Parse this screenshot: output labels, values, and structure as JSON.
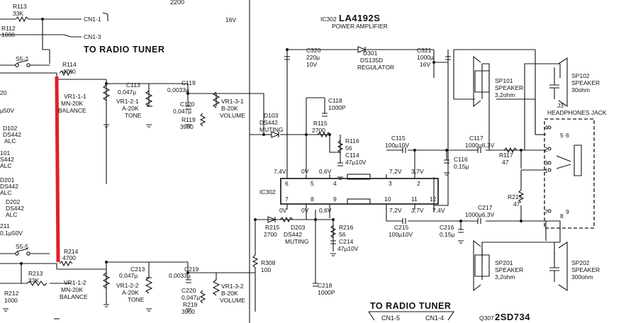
{
  "titles": {
    "ic_ref": "IC302",
    "ic_part": "LA4192S",
    "ic_function": "POWER AMPLIFIER",
    "to_tuner_top": "TO RADIO TUNER",
    "to_tuner_bottom": "TO RADIO TUNER",
    "cn1_5": "CN1-5",
    "cn1_4": "CN1-4",
    "q307": "Q307",
    "q307_part": "2SD734",
    "cn1_1": "CN1-1",
    "cn1_3": "CN1-3",
    "top_value_2200": "2200",
    "top_value_16v": "16V"
  },
  "ic302": {
    "label": "IC302",
    "pins_top": [
      "6",
      "5",
      "4",
      "3",
      "2"
    ],
    "pins_bottom": [
      "7",
      "8",
      "9",
      "10",
      "11",
      "12"
    ],
    "volts_top": [
      "7,4V",
      "0V",
      "0,6V",
      "7,2V",
      "3,7V"
    ],
    "volts_bottom": [
      "0V",
      "0V",
      "0,6V",
      "7,2V",
      "3,7V",
      "7,4V"
    ]
  },
  "components": {
    "r113": [
      "R113",
      "33K"
    ],
    "r112": [
      "R112",
      "1000"
    ],
    "s5_2": "S5-2",
    "r114": [
      "R114",
      "4700"
    ],
    "vr1_1": [
      "VR1-1-1",
      "MN-20K",
      "BALANCE"
    ],
    "c113": [
      "C113",
      "0,047µ"
    ],
    "vr2_1": [
      "VR1-2-1",
      "A-20K",
      "TONE"
    ],
    "c119": [
      "C119",
      "0,0033µ"
    ],
    "c120": [
      "C120",
      "0,047µ"
    ],
    "r119": [
      "R119",
      "3900"
    ],
    "vr3_1": [
      "VR1-3-1",
      "B-20K",
      "VOLUME"
    ],
    "c118": [
      "C118",
      "1000P"
    ],
    "d103": [
      "D103",
      "DS442",
      "MUTING"
    ],
    "r115": [
      "R115",
      "2700"
    ],
    "r116": [
      "R116",
      "56"
    ],
    "c114": [
      "C114",
      "47µ10V"
    ],
    "c320": [
      "C320",
      "220µ",
      "10V"
    ],
    "d301": [
      "D301",
      "DS135D",
      "REGULATOR"
    ],
    "c321": [
      "C321",
      "1000µ",
      "16V"
    ],
    "c115": [
      "C115",
      "100µ10V"
    ],
    "c117": [
      "C117",
      "1000µ6,3V"
    ],
    "c116": [
      "C116",
      "0,15µ"
    ],
    "r117": [
      "R117",
      "47"
    ],
    "sp101": [
      "SP101",
      "SPEAKER",
      "3,2ohm"
    ],
    "sp102": [
      "SP102",
      "SPEAKER",
      "30ohm"
    ],
    "j3": [
      "J3",
      "HEADPHONES JACK"
    ],
    "jack_pins": [
      "4",
      "5",
      "6",
      "2",
      "3",
      "1",
      "7",
      "8",
      "9"
    ],
    "r217": [
      "R217",
      "47"
    ],
    "c217": [
      "C217",
      "1000µ6,3V"
    ],
    "c216": [
      "C216",
      "0,15µ"
    ],
    "c215": [
      "C215",
      "100µ10V"
    ],
    "r215": [
      "R215",
      "2700"
    ],
    "d203": [
      "D203",
      "DS442",
      "MUTING"
    ],
    "r216": [
      "R216",
      "56"
    ],
    "c214": [
      "C214",
      "47µ10V"
    ],
    "r308": [
      "R308",
      "100"
    ],
    "c218": [
      "C218",
      "1000P"
    ],
    "sp201": [
      "SP201",
      "SPEAKER",
      "3,2ohm"
    ],
    "sp202": [
      "SP202",
      "SPEAKER",
      "300ohm"
    ],
    "s5_5": "S5-5",
    "r214": [
      "R214",
      "4700"
    ],
    "r213": [
      "R213",
      "33K"
    ],
    "r212": [
      "R212",
      "1000"
    ],
    "vr1_2": [
      "VR1-1-2",
      "MN-20K",
      "BALANCE"
    ],
    "c213": [
      "C213",
      "0,047µ"
    ],
    "vr2_2": [
      "VR1-2-2",
      "A-20K",
      "TONE"
    ],
    "c219": [
      "C219",
      "0,0033µ"
    ],
    "c220": [
      "C220",
      "0,047µ"
    ],
    "r219": [
      "R219",
      "3900"
    ],
    "vr3_2": [
      "VR1-3-2",
      "B-20K",
      "VOLUME"
    ]
  },
  "left_edge": {
    "l1": "20",
    "l2": "µ50V",
    "l3": "D102",
    "l4": "DS442",
    "l5": "ALC",
    "l6": "101",
    "l7": "S442",
    "l8": "ALC",
    "l9": "D201",
    "l10": "DS442",
    "l11": "ALC",
    "l12": "D202",
    "l13": "DS442",
    "l14": "ALC",
    "l15": "211",
    "l16": "0,1µ50V"
  },
  "colors": {
    "ink": "#111111",
    "highlight": "#e0202a",
    "paper": "#ffffff"
  }
}
